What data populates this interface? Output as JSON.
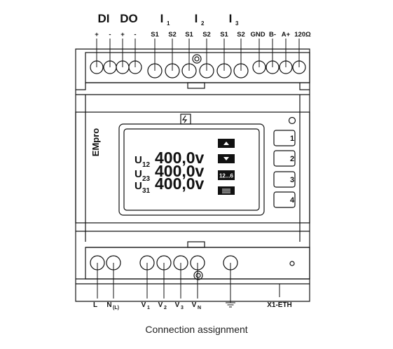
{
  "top": {
    "groups": [
      {
        "label": "DI",
        "sub": ""
      },
      {
        "label": "DO",
        "sub": ""
      },
      {
        "label": "I",
        "sub": "1"
      },
      {
        "label": "I",
        "sub": "2"
      },
      {
        "label": "I",
        "sub": "3"
      }
    ],
    "terminals": [
      "+",
      "-",
      "+",
      "-",
      "S1",
      "S2",
      "S1",
      "S2",
      "S1",
      "S2",
      "GND",
      "B-",
      "A+",
      "120Ω"
    ]
  },
  "device": {
    "brand": "EMpro"
  },
  "lcd": {
    "readings": [
      {
        "symbol": "U",
        "sub": "12",
        "value": "400,0v"
      },
      {
        "symbol": "U",
        "sub": "23",
        "value": "400,0v"
      },
      {
        "symbol": "U",
        "sub": "31",
        "value": "400,0v"
      }
    ],
    "softkey_pages": "12...6"
  },
  "keys": [
    "1",
    "2",
    "3",
    "4"
  ],
  "bottom": {
    "terminals": [
      {
        "main": "L",
        "sub": ""
      },
      {
        "main": "N",
        "sub": "(L)"
      },
      {
        "main": "V",
        "sub": "1"
      },
      {
        "main": "V",
        "sub": "2"
      },
      {
        "main": "V",
        "sub": "3"
      },
      {
        "main": "V",
        "sub": "N"
      }
    ],
    "ethernet": "X1-ETH"
  },
  "caption": "Connection assignment"
}
